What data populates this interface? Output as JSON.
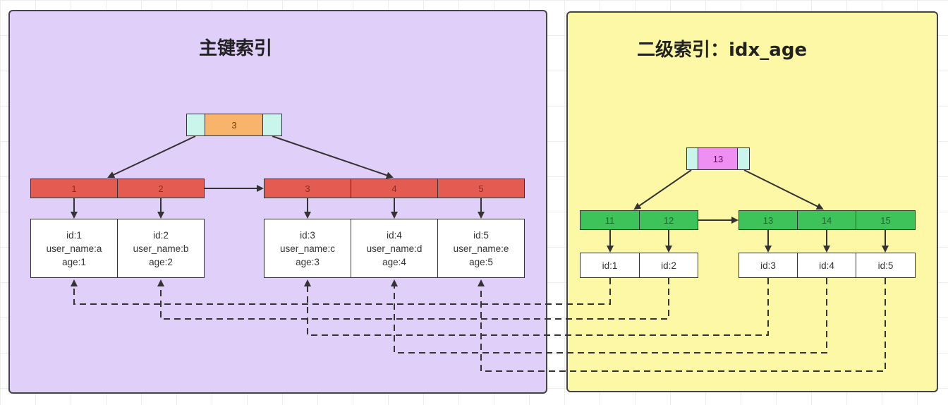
{
  "primary_index": {
    "title": "主键索引",
    "root_key": "3",
    "leaf_left": [
      {
        "key": "1",
        "data": [
          "id:1",
          "user_name:a",
          "age:1"
        ]
      },
      {
        "key": "2",
        "data": [
          "id:2",
          "user_name:b",
          "age:2"
        ]
      }
    ],
    "leaf_right": [
      {
        "key": "3",
        "data": [
          "id:3",
          "user_name:c",
          "age:3"
        ]
      },
      {
        "key": "4",
        "data": [
          "id:4",
          "user_name:d",
          "age:4"
        ]
      },
      {
        "key": "5",
        "data": [
          "id:5",
          "user_name:e",
          "age:5"
        ]
      }
    ]
  },
  "secondary_index": {
    "title": "二级索引：idx_age",
    "root_key": "13",
    "leaf_left": [
      {
        "key": "11",
        "data": "id:1"
      },
      {
        "key": "12",
        "data": "id:2"
      }
    ],
    "leaf_right": [
      {
        "key": "13",
        "data": "id:3"
      },
      {
        "key": "14",
        "data": "id:4"
      },
      {
        "key": "15",
        "data": "id:5"
      }
    ]
  },
  "colors": {
    "primary_panel": "#e0cff8",
    "secondary_panel": "#fdf8a5",
    "primary_leaf_key": "#e45b52",
    "secondary_leaf_key": "#3dc35a",
    "primary_root_key": "#f7b46a",
    "secondary_root_key": "#ef8ff2",
    "root_pointer": "#c9f5ea"
  }
}
